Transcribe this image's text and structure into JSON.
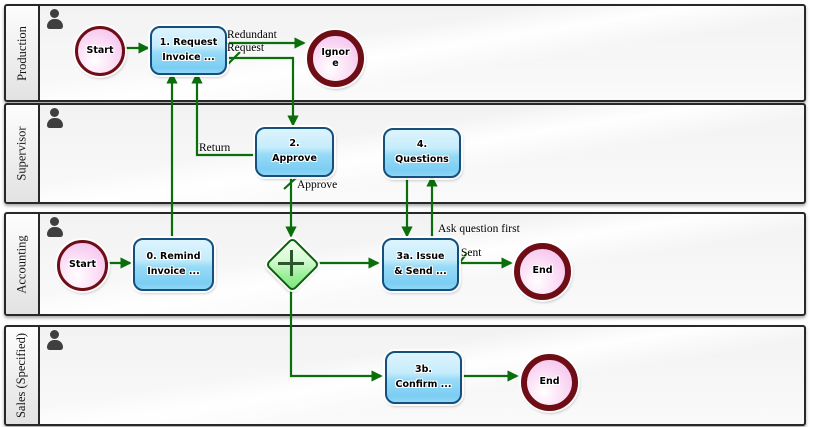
{
  "diagram_type": "bpmn-collaboration",
  "lanes": [
    {
      "label": "Production"
    },
    {
      "label": "Supervisor"
    },
    {
      "label": "Accounting"
    },
    {
      "label": "Sales (Specified)"
    }
  ],
  "nodes": {
    "start_production": {
      "type": "start-event",
      "label": "Start"
    },
    "task_request_invoice": {
      "type": "task",
      "label": "1. Request Invoice ..."
    },
    "end_ignore": {
      "type": "end-event",
      "label": "Ignore"
    },
    "task_approve": {
      "type": "task",
      "label": "2. Approve"
    },
    "task_questions": {
      "type": "task",
      "label": "4. Questions"
    },
    "start_accounting": {
      "type": "start-event",
      "label": "Start"
    },
    "task_remind_invoice": {
      "type": "task",
      "label": "0. Remind Invoice ..."
    },
    "gateway_parallel": {
      "type": "parallel-gateway",
      "label": ""
    },
    "task_issue_send": {
      "type": "task",
      "label": "3a. Issue & Send ..."
    },
    "end_accounting": {
      "type": "end-event",
      "label": "End"
    },
    "task_confirm": {
      "type": "task",
      "label": "3b. Confirm ..."
    },
    "end_sales": {
      "type": "end-event",
      "label": "End"
    }
  },
  "edge_labels": {
    "redundant_request": "Redundant Request",
    "return": "Return",
    "approve": "Approve",
    "ask_question_first": "Ask question first",
    "sent": "Sent"
  },
  "colors": {
    "flow": "#0a6e0a",
    "task_border": "#174f7c",
    "task_fill": "#9bdcf7",
    "event_border": "#6e0d15",
    "event_fill": "#f8ccee",
    "gateway_border": "#0d5f0d",
    "gateway_fill": "#8fec8d",
    "lane_border": "#282828"
  }
}
